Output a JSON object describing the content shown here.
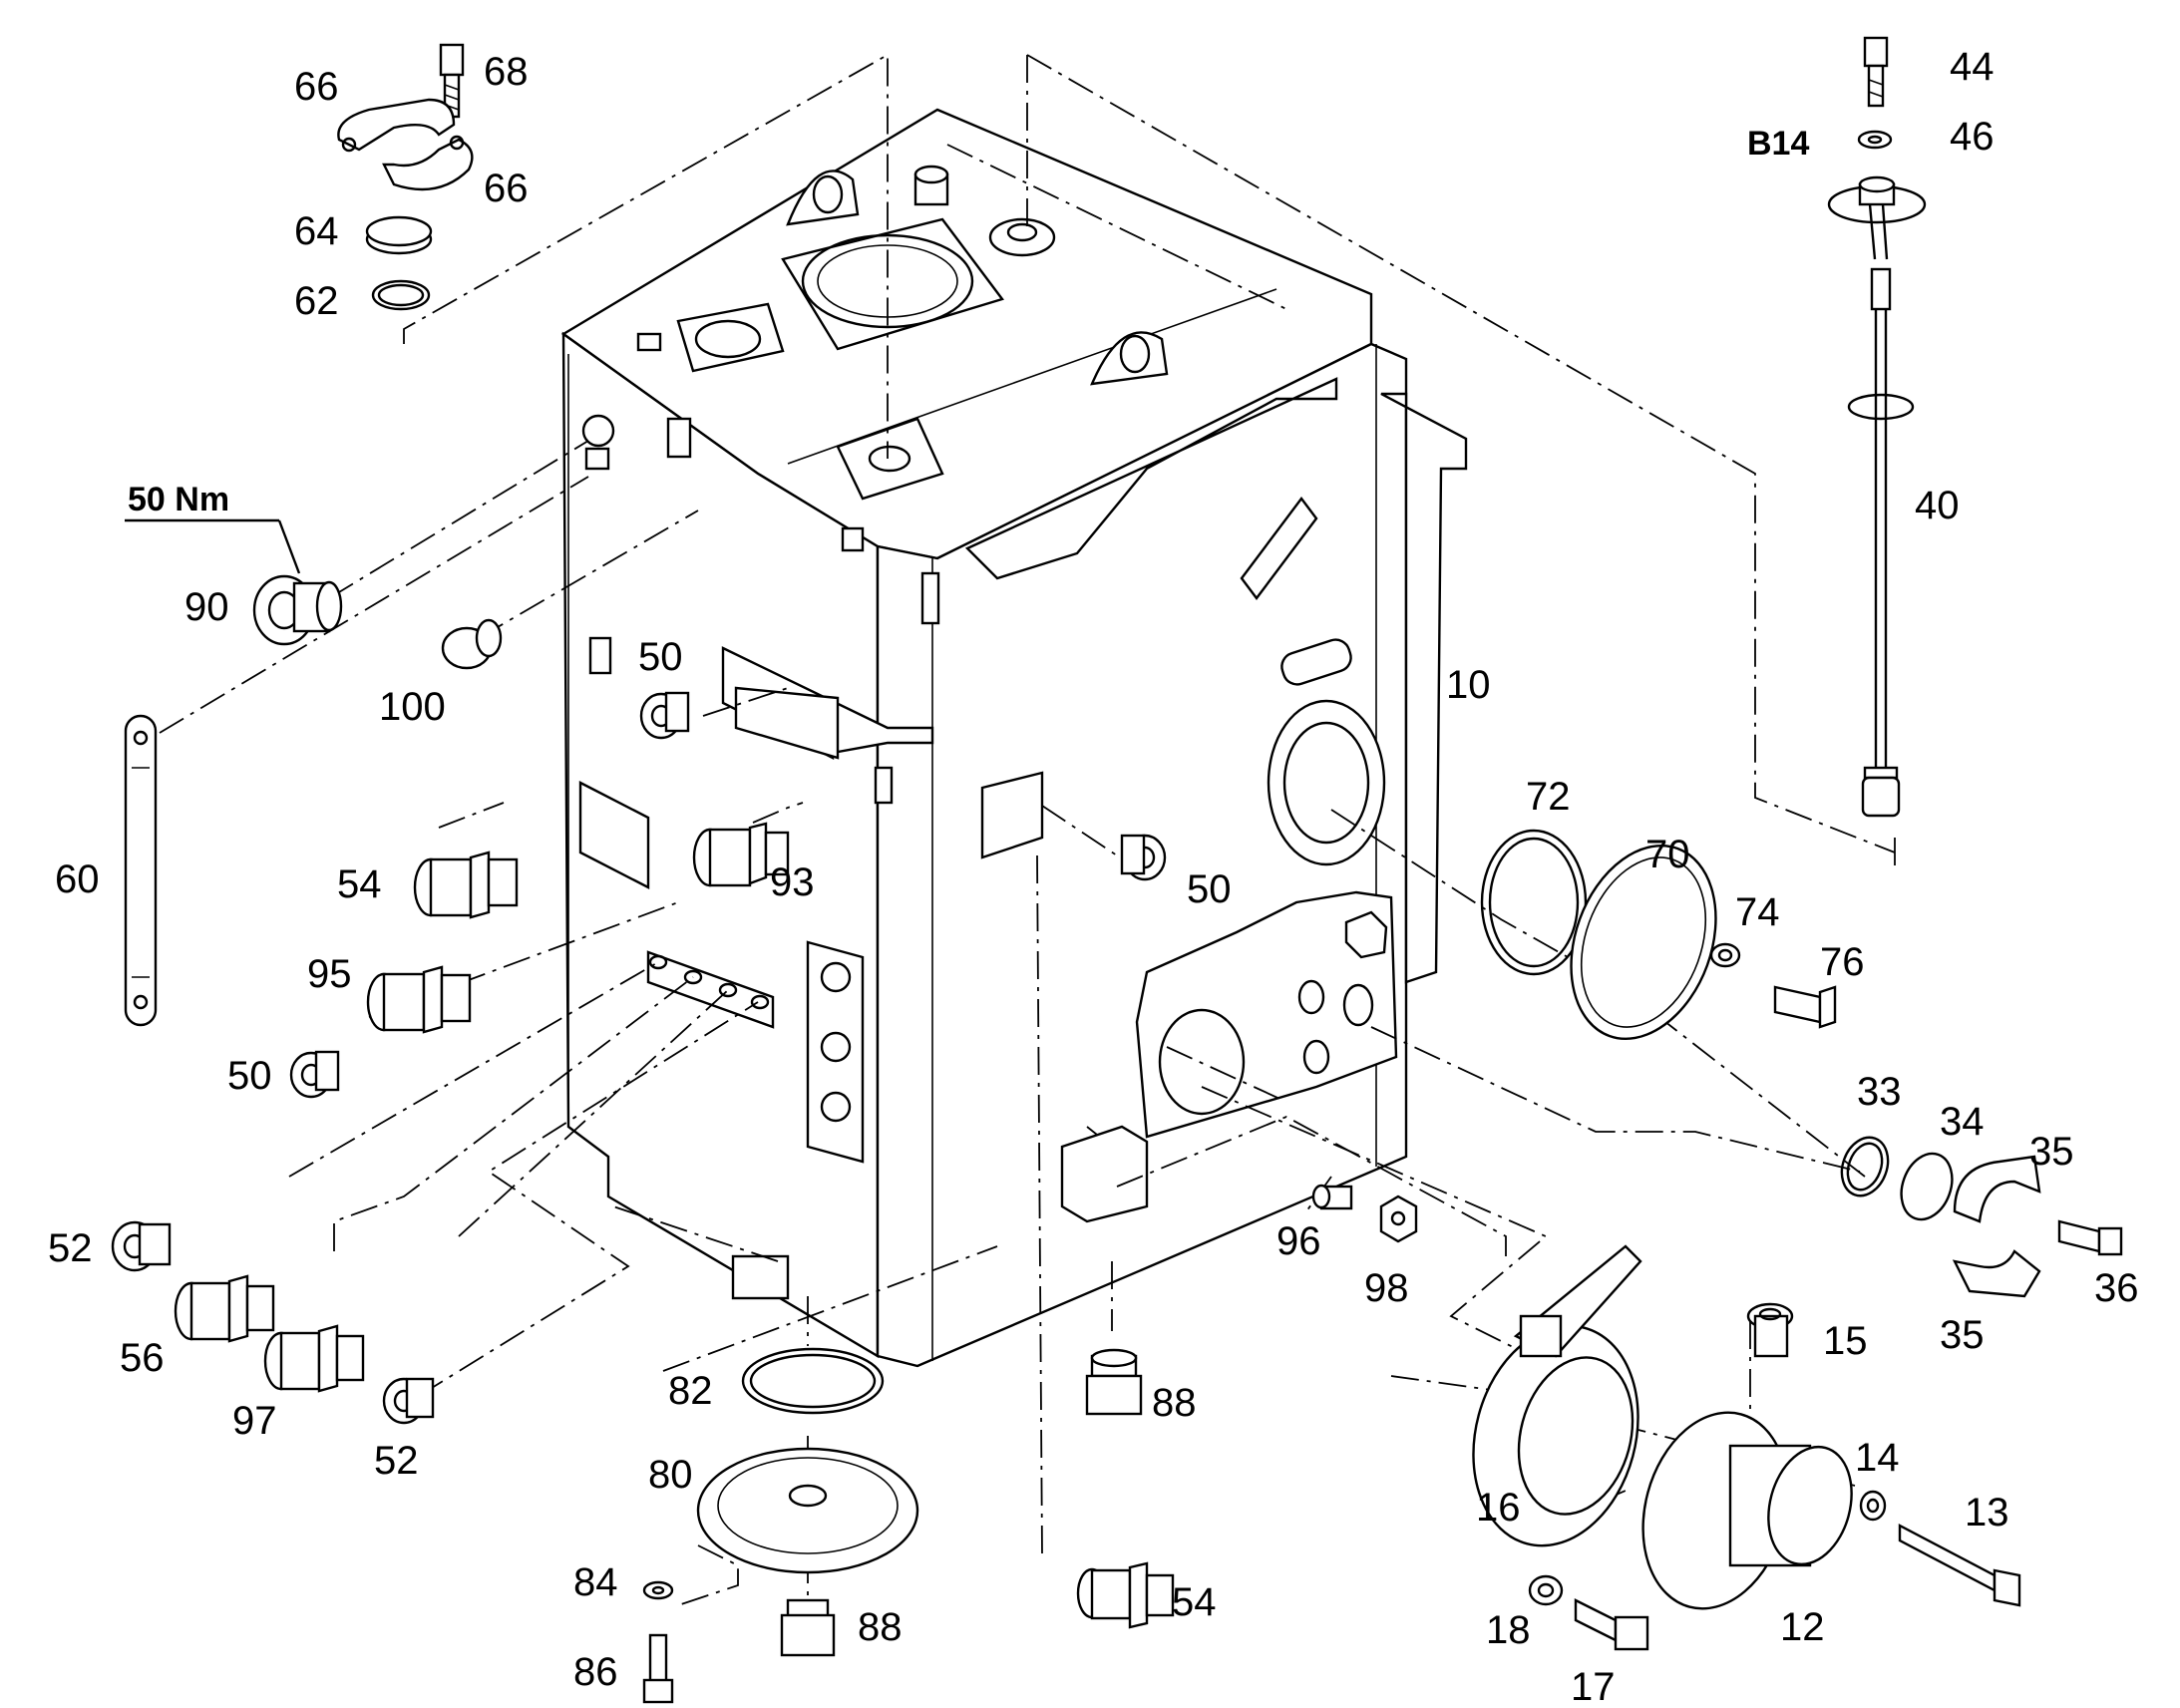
{
  "callouts": {
    "c66a": "66",
    "c68": "68",
    "c66b": "66",
    "c64": "64",
    "c62": "62",
    "c44": "44",
    "c46": "46",
    "b14": "B14",
    "c40": "40",
    "torque": "50 Nm",
    "c90": "90",
    "c100": "100",
    "c60": "60",
    "c50a": "50",
    "c54a": "54",
    "c93": "93",
    "c95": "95",
    "c50b": "50",
    "c50c": "50",
    "c10": "10",
    "c72": "72",
    "c70": "70",
    "c74": "74",
    "c76": "76",
    "c52a": "52",
    "c56": "56",
    "c97": "97",
    "c52b": "52",
    "c33": "33",
    "c34": "34",
    "c35a": "35",
    "c36": "36",
    "c35b": "35",
    "c96": "96",
    "c98": "98",
    "c15": "15",
    "c14": "14",
    "c13": "13",
    "c88a": "88",
    "c82": "82",
    "c80": "80",
    "c84": "84",
    "c86": "86",
    "c88b": "88",
    "c54b": "54",
    "c16": "16",
    "c18": "18",
    "c17": "17",
    "c12": "12"
  }
}
